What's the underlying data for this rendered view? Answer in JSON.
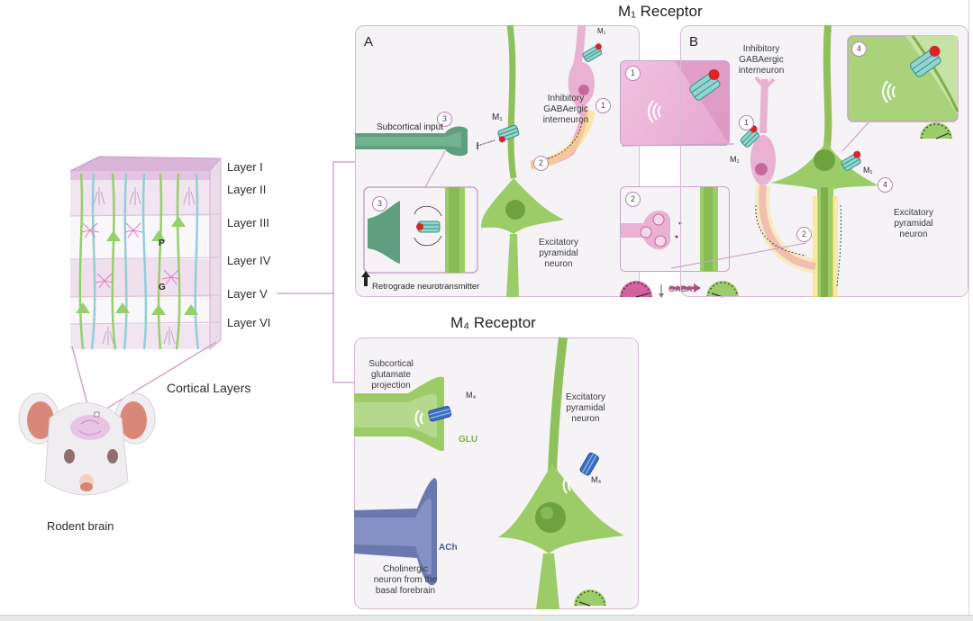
{
  "figure": {
    "left": {
      "layers": [
        "Layer I",
        "Layer II",
        "Layer III",
        "Layer IV",
        "Layer V",
        "Layer VI"
      ],
      "cell_markers": {
        "pyramidal": "P",
        "glial": "G"
      },
      "cortical_layers_label": "Cortical Layers",
      "rodent_label": "Rodent brain"
    },
    "m1": {
      "title": "M₁ Receptor",
      "panel_a": {
        "letter": "A",
        "subcortical_input": "Subcortical input",
        "receptor_label": "M₁",
        "interneuron_label": [
          "Inhibitory",
          "GABAergic",
          "interneuron"
        ],
        "pyramidal_label": [
          "Excitatory",
          "pyramidal",
          "neuron"
        ],
        "retrograde_label": "Retrograde neurotransmitter",
        "step_markers": [
          "1",
          "2",
          "3"
        ],
        "inset_3_marker": "3"
      },
      "middle_insets": {
        "inset_1_marker": "1",
        "inset_2_marker": "2",
        "gaba_label": "GABA"
      },
      "panel_b": {
        "letter": "B",
        "interneuron_label": [
          "Inhibitory",
          "GABAergic",
          "interneuron"
        ],
        "pyramidal_label": [
          "Excitatory",
          "pyramidal",
          "neuron"
        ],
        "receptor_label": "M₁",
        "step_markers": [
          "1",
          "2",
          "4"
        ],
        "inset_4_marker": "4"
      }
    },
    "m4": {
      "title": "M₄ Receptor",
      "glutamate_label": [
        "Subcortical",
        "glutamate",
        "projection"
      ],
      "glu_label": "GLU",
      "receptor_label": "M₄",
      "pyramidal_label": [
        "Excitatory",
        "pyramidal",
        "neuron"
      ],
      "ach_label": "ACh",
      "cholinergic_label": [
        "Cholinergic",
        "neuron from the",
        "basal forebrain"
      ]
    },
    "colors": {
      "panel_border": "#d6b9d6",
      "pyramidal_green": "#8fc15a",
      "interneuron_pink": "#eab2d2",
      "subcortical_teal": "#5f9e7e",
      "cholinergic_blue": "#6b78b0",
      "m1_receptor": "#8fd6cf",
      "m4_receptor": "#3d6fc2",
      "ligand_red": "#d6262a",
      "highlight_yellow": "#ffd86b"
    }
  }
}
